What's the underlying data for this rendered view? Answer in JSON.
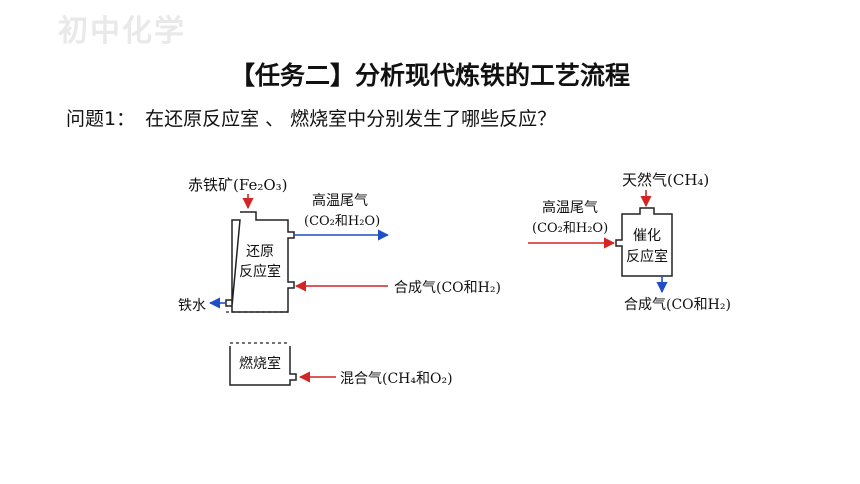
{
  "watermark": "初中化学",
  "title": "【任务二】分析现代炼铁的工艺流程",
  "question": {
    "label": "问题1：",
    "text": "在还原反应室 、 燃烧室中分别发生了哪些反应？"
  },
  "colors": {
    "red": "#d42424",
    "blue": "#1f4fc6",
    "box": "#222222"
  },
  "left_diagram": {
    "hematite_label": "赤铁矿(Fe₂O₃)",
    "reduction_chamber": [
      "还原",
      "反应室"
    ],
    "tail_gas_label": "高温尾气",
    "tail_gas_formula": "(CO₂和H₂O)",
    "syngas_label": "合成气(CO和H₂)",
    "molten_iron_label": "铁水",
    "combustion_chamber": "燃烧室",
    "mixed_gas_label": "混合气(CH₄和O₂)"
  },
  "right_diagram": {
    "natural_gas_label": "天然气(CH₄)",
    "tail_gas_label": "高温尾气",
    "tail_gas_formula": "(CO₂和H₂O)",
    "catalytic_chamber": [
      "催化",
      "反应室"
    ],
    "syngas_label": "合成气(CO和H₂)"
  }
}
